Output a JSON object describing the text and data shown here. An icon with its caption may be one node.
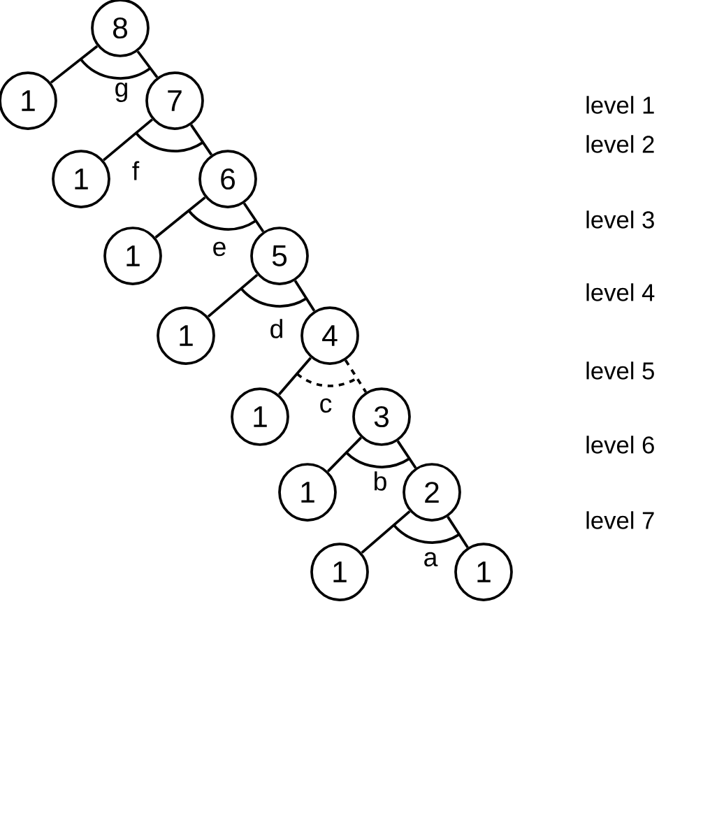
{
  "diagram": {
    "nodes": [
      {
        "text": [
          "8"
        ]
      },
      {
        "text": [
          "1"
        ]
      },
      {
        "text": [
          "7"
        ]
      },
      {
        "text": [
          "1"
        ]
      },
      {
        "text": [
          "6"
        ]
      },
      {
        "text": [
          "1"
        ]
      },
      {
        "text": [
          "5"
        ]
      },
      {
        "text": [
          "1"
        ]
      },
      {
        "text": [
          "4"
        ]
      },
      {
        "text": [
          "1"
        ]
      },
      {
        "text": [
          "3"
        ]
      },
      {
        "text": [
          "1"
        ]
      },
      {
        "text": [
          "2"
        ]
      },
      {
        "text": [
          "1"
        ]
      },
      {
        "text": [
          "1"
        ]
      }
    ],
    "edges": [
      {
        "from": 0,
        "to": 1,
        "arrow": "none"
      },
      {
        "from": 0,
        "to": 2,
        "arrow": "none"
      },
      {
        "from": 2,
        "to": 3,
        "arrow": "none"
      },
      {
        "from": 2,
        "to": 4,
        "arrow": "none"
      },
      {
        "from": 4,
        "to": 5,
        "arrow": "none"
      },
      {
        "from": 4,
        "to": 6,
        "arrow": "none"
      },
      {
        "from": 6,
        "to": 7,
        "arrow": "none"
      },
      {
        "from": 6,
        "to": 8,
        "arrow": "none"
      },
      {
        "from": 8,
        "to": 9,
        "arrow": "none"
      },
      {
        "from": 8,
        "to": 10,
        "arrow": "none",
        "style": "dashed"
      },
      {
        "from": 10,
        "to": 11,
        "arrow": "none"
      },
      {
        "from": 10,
        "to": 12,
        "arrow": "none"
      },
      {
        "from": 12,
        "to": 13,
        "arrow": "none"
      },
      {
        "from": 12,
        "to": 14,
        "arrow": "none"
      }
    ],
    "labels": [
      "level 1",
      "g",
      "level 2",
      "f",
      "level 3",
      "e",
      "level 4",
      "d",
      "level 5",
      "c",
      "level 6",
      "b",
      "level 7",
      "a"
    ]
  }
}
